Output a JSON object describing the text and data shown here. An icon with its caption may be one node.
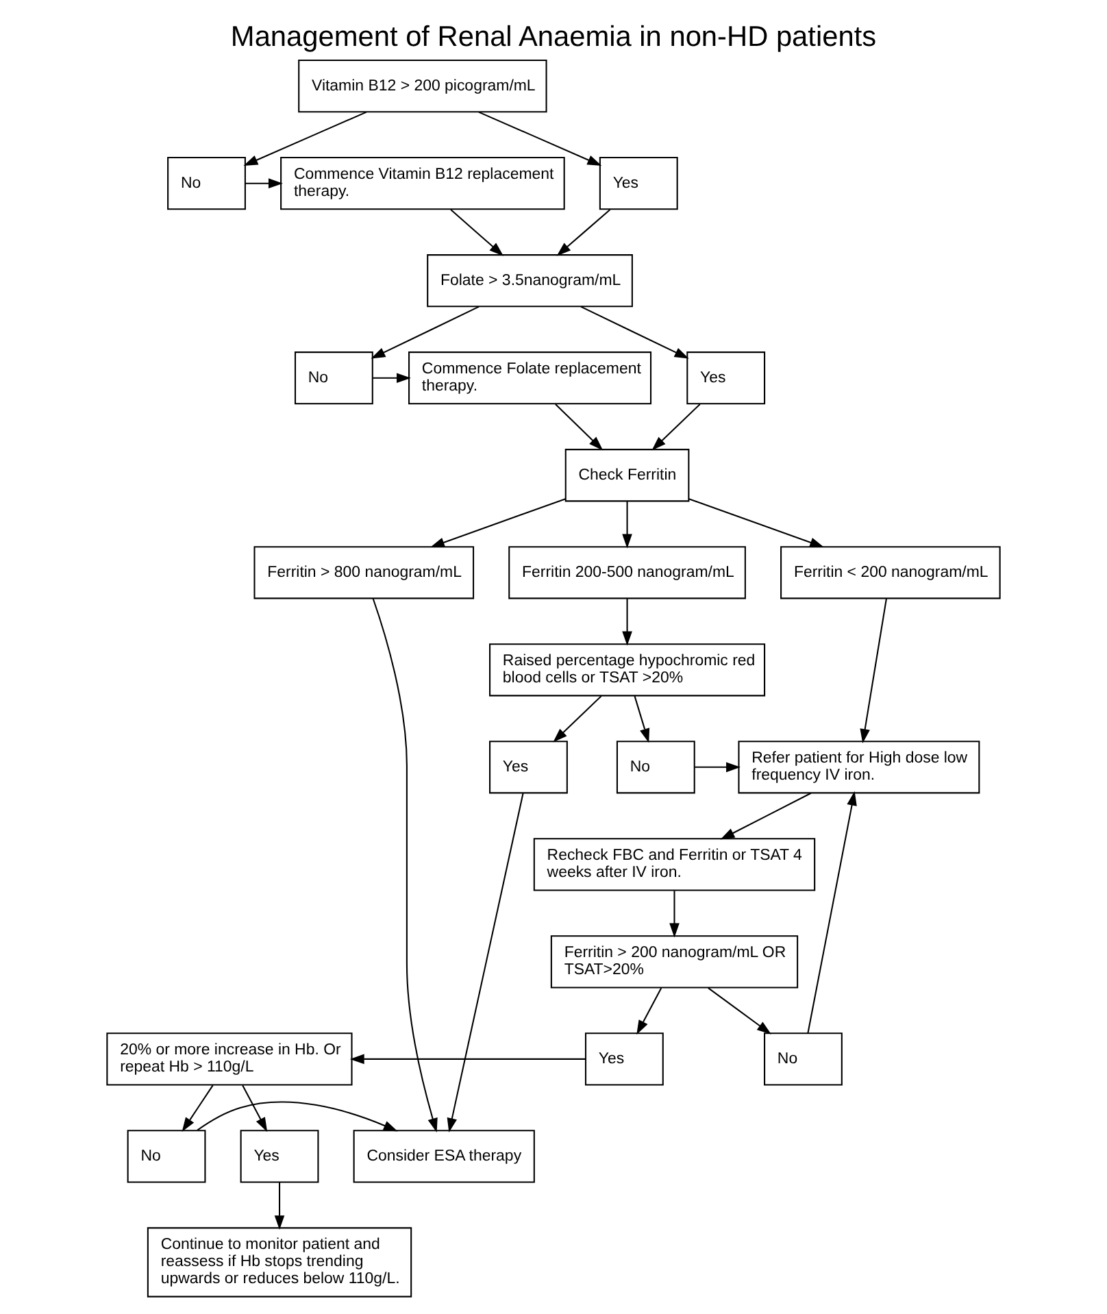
{
  "diagram": {
    "title": "Management of Renal Anaemia in non-HD patients",
    "nodes": [
      {
        "text": [
          "Vitamin B12 > 200 picogram/mL"
        ]
      },
      {
        "text": [
          "Yes"
        ]
      },
      {
        "text": [
          "No"
        ]
      },
      {
        "text": [
          "Commence Vitamin B12 replacement therapy."
        ]
      },
      {
        "text": [
          "Folate > 3.5nanogram/mL"
        ]
      },
      {
        "text": [
          "Yes"
        ]
      },
      {
        "text": [
          "No"
        ]
      },
      {
        "text": [
          "Commence Folate replacement therapy."
        ]
      },
      {
        "text": [
          "Check Ferritin"
        ]
      },
      {
        "text": [
          "Ferritin > 800 nanogram/mL"
        ]
      },
      {
        "text": [
          "Ferritin 200-500 nanogram/mL"
        ]
      },
      {
        "text": [
          "Ferritin < 200 nanogram/mL"
        ]
      },
      {
        "text": [
          "Raised percentage hypochromic red blood cells or TSAT >20%"
        ]
      },
      {
        "text": [
          "Yes"
        ]
      },
      {
        "text": [
          "No"
        ]
      },
      {
        "text": [
          "Refer patient for High dose low frequency IV iron."
        ]
      },
      {
        "text": [
          "Recheck FBC and Ferritin or TSAT 4 weeks after IV iron."
        ]
      },
      {
        "text": [
          "Ferritin > 200 nanogram/mL OR TSAT>20%"
        ]
      },
      {
        "text": [
          "No"
        ]
      },
      {
        "text": [
          "Yes"
        ]
      },
      {
        "text": [
          "20% or more increase in Hb. Or repeat Hb > 110g/L"
        ]
      },
      {
        "text": [
          "No"
        ]
      },
      {
        "text": [
          "Yes"
        ]
      },
      {
        "text": [
          "Consider ESA therapy"
        ]
      },
      {
        "text": [
          "Continue to monitor patient and reassess if Hb stops trending upwards or reduces below 110g/L."
        ]
      }
    ],
    "edges": [
      {
        "from": 0,
        "to": 1,
        "arrow": "to"
      },
      {
        "from": 0,
        "to": 2,
        "arrow": "to"
      },
      {
        "from": 2,
        "to": 3,
        "arrow": "to"
      },
      {
        "from": 1,
        "to": 4,
        "arrow": "to"
      },
      {
        "from": 3,
        "to": 4,
        "arrow": "to"
      },
      {
        "from": 4,
        "to": 5,
        "arrow": "to"
      },
      {
        "from": 4,
        "to": 6,
        "arrow": "to"
      },
      {
        "from": 6,
        "to": 7,
        "arrow": "to"
      },
      {
        "from": 5,
        "to": 8,
        "arrow": "to"
      },
      {
        "from": 7,
        "to": 8,
        "arrow": "to"
      },
      {
        "from": 8,
        "to": 9,
        "arrow": "to"
      },
      {
        "from": 8,
        "to": 10,
        "arrow": "to"
      },
      {
        "from": 8,
        "to": 11,
        "arrow": "to"
      },
      {
        "from": 9,
        "to": 23,
        "arrow": "to"
      },
      {
        "from": 10,
        "to": 12,
        "arrow": "to"
      },
      {
        "from": 12,
        "to": 13,
        "arrow": "to"
      },
      {
        "from": 12,
        "to": 14,
        "arrow": "to"
      },
      {
        "from": 14,
        "to": 15,
        "arrow": "to"
      },
      {
        "from": 11,
        "to": 15,
        "arrow": "to"
      },
      {
        "from": 13,
        "to": 23,
        "arrow": "to"
      },
      {
        "from": 15,
        "to": 16,
        "arrow": "to"
      },
      {
        "from": 16,
        "to": 17,
        "arrow": "to"
      },
      {
        "from": 17,
        "to": 18,
        "arrow": "to"
      },
      {
        "from": 17,
        "to": 19,
        "arrow": "to"
      },
      {
        "from": 18,
        "to": 15,
        "arrow": "to"
      },
      {
        "from": 19,
        "to": 20,
        "arrow": "to"
      },
      {
        "from": 20,
        "to": 21,
        "arrow": "to"
      },
      {
        "from": 20,
        "to": 22,
        "arrow": "to"
      },
      {
        "from": 21,
        "to": 23,
        "arrow": "to"
      },
      {
        "from": 22,
        "to": 24,
        "arrow": "to"
      }
    ]
  }
}
